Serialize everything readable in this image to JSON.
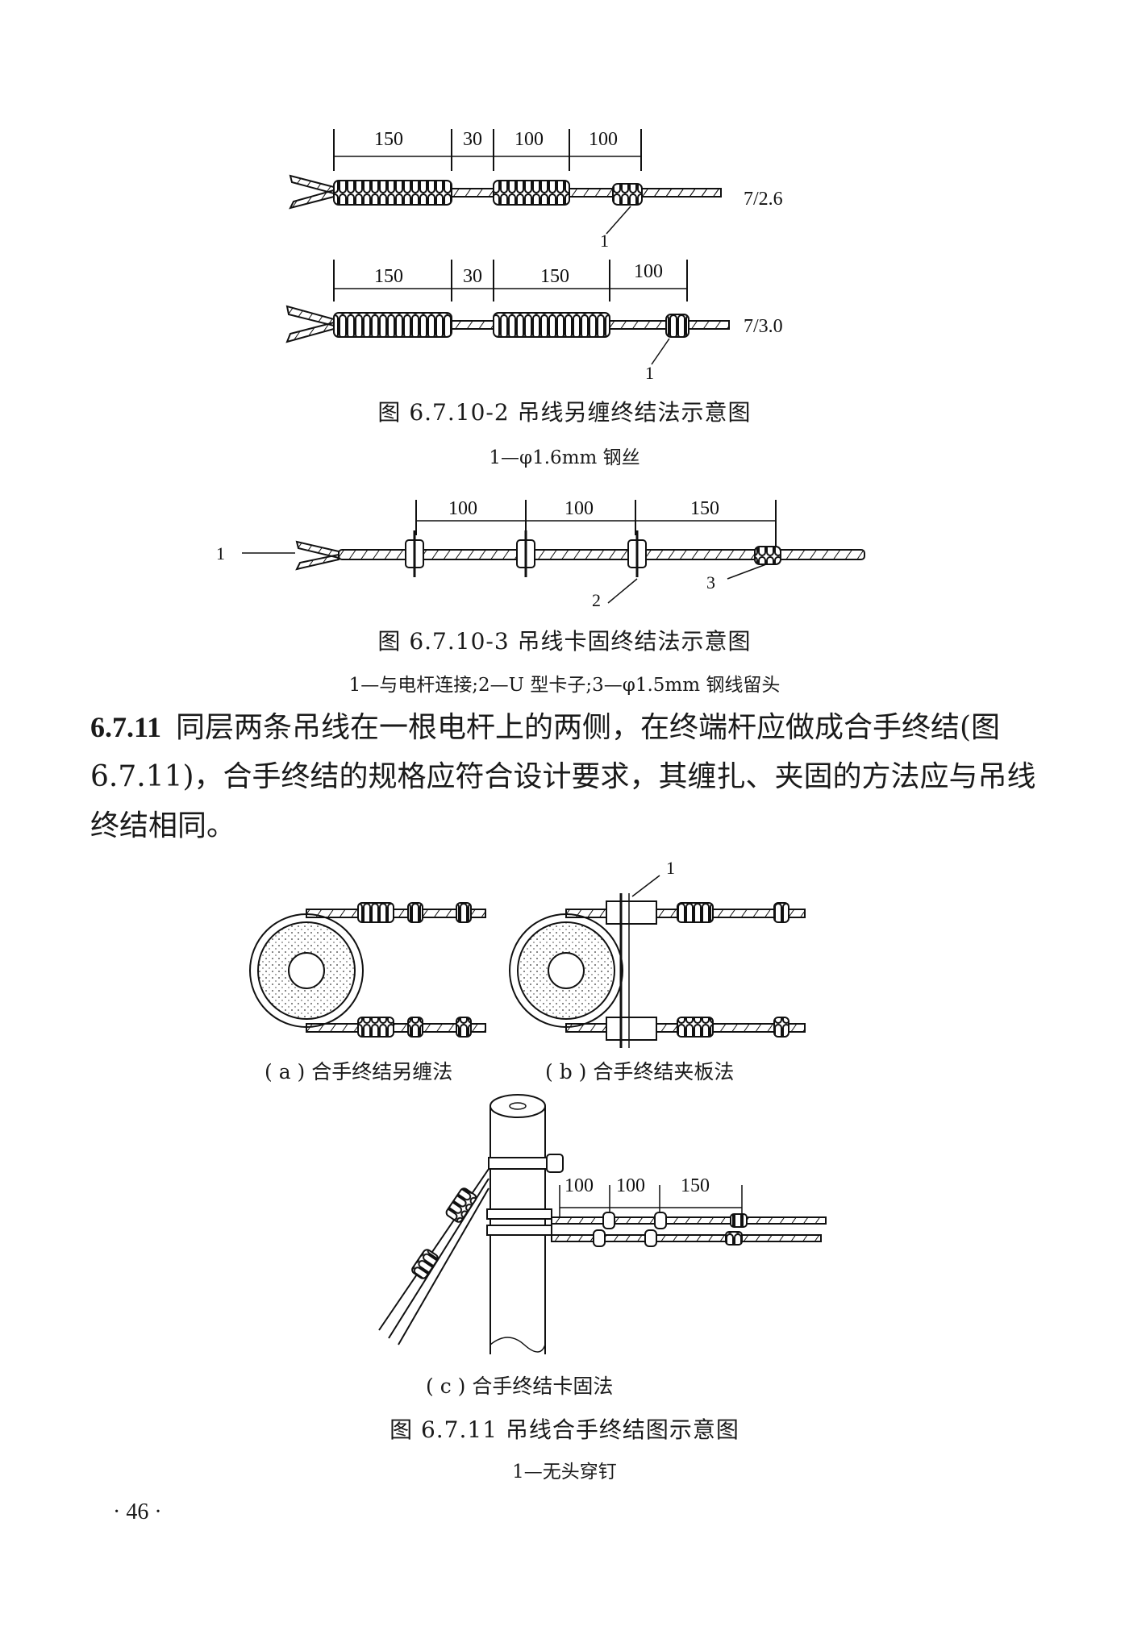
{
  "figure_6_7_10_2": {
    "top_dims": [
      "150",
      "30",
      "100",
      "100"
    ],
    "top_spec": "7/2.6",
    "top_label": "1",
    "bottom_dims": [
      "150",
      "30",
      "150",
      "100"
    ],
    "bottom_spec": "7/3.0",
    "bottom_label": "1",
    "caption": "图 6.7.10-2   吊线另缠终结法示意图",
    "note": "1—φ1.6mm 钢丝"
  },
  "figure_6_7_10_3": {
    "dims": [
      "100",
      "100",
      "150"
    ],
    "labels": [
      "1",
      "2",
      "3"
    ],
    "caption": "图 6.7.10-3   吊线卡固终结法示意图",
    "note": "1—与电杆连接;2—U 型卡子;3—φ1.5mm 钢线留头"
  },
  "section": {
    "number": "6.7.11",
    "text": "同层两条吊线在一根电杆上的两侧，在终端杆应做成合手终结(图 6.7.11)，合手终结的规格应符合设计要求，其缠扎、夹固的方法应与吊线终结相同。"
  },
  "figure_6_7_11": {
    "label_1": "1",
    "sub_a": "( a ) 合手终结另缠法",
    "sub_b": "( b ) 合手终结夹板法",
    "dims_c": [
      "100",
      "100",
      "150"
    ],
    "sub_c": "( c ) 合手终结卡固法",
    "caption": "图 6.7.11   吊线合手终结图示意图",
    "note": "1—无头穿钉"
  },
  "page_number": "· 46 ·"
}
